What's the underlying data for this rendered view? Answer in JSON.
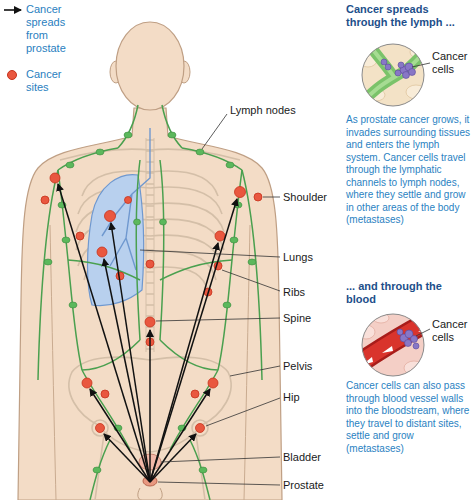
{
  "diagram": {
    "labels": [
      "Lymph nodes",
      "Shoulder",
      "Lungs",
      "Ribs",
      "Spine",
      "Pelvis",
      "Hip",
      "Bladder",
      "Prostate",
      "Cancer spreads through the lymph ...",
      "Cancer cells",
      "As prostate cancer grows, it invades surrounding tissues and enters the lymph system. Cancer cells travel through the lymphatic channels to lymph nodes, where they settle and grow in other areas of the body (metastases)",
      "... and through the blood",
      "Cancer cells",
      "Cancer cells can also pass through blood vessel walls into the bloodstream, where they travel to distant sites, settle and grow (metastases)"
    ],
    "legend": [
      {
        "text": "Cancer spreads from prostate"
      },
      {
        "text": "Cancer sites",
        "color": "#e9573f"
      }
    ]
  }
}
